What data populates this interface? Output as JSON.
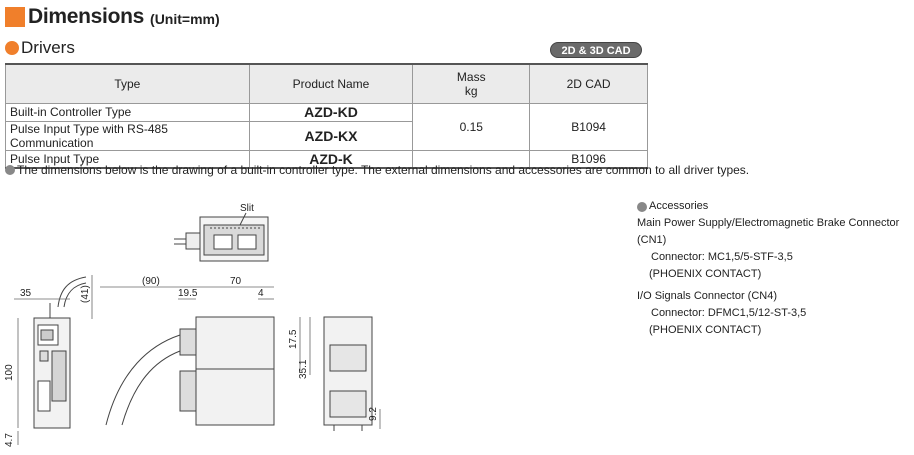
{
  "header": {
    "title": "Dimensions",
    "unit": "(Unit=mm)"
  },
  "section": {
    "title": "Drivers",
    "badge": "2D & 3D CAD"
  },
  "table": {
    "headers": {
      "type": "Type",
      "product": "Product Name",
      "mass_line1": "Mass",
      "mass_line2": "kg",
      "cad": "2D CAD"
    },
    "rows": [
      {
        "type": "Built-in Controller Type",
        "product": "AZD-KD"
      },
      {
        "type": "Pulse Input Type with RS-485 Communication",
        "product": "AZD-KX"
      },
      {
        "type": "Pulse Input Type",
        "product": "AZD-K"
      }
    ],
    "mass": "0.15",
    "cad_top": "B1094",
    "cad_bottom": "B1096"
  },
  "note": "The dimensions below is the drawing of a built-in controller type. The external dimensions and accessories are common to all driver types.",
  "accessories": {
    "title": "Accessories",
    "items": [
      {
        "name": "Main Power Supply/Electromagnetic Brake Connector (CN1)",
        "connector": "Connector: MC1,5/5-STF-3,5",
        "maker": "(PHOENIX CONTACT)"
      },
      {
        "name": "I/O Signals Connector (CN4)",
        "connector": "Connector: DFMC1,5/12-ST-3,5",
        "maker": "(PHOENIX CONTACT)"
      }
    ]
  },
  "drawing": {
    "slit": "Slit",
    "dims": {
      "d35": "35",
      "d41": "(41)",
      "d100": "100",
      "d47": "4.7",
      "d90": "(90)",
      "d70": "70",
      "d195": "19.5",
      "d4": "4",
      "d175": "17.5",
      "d351": "35.1",
      "d92": "9.2"
    }
  }
}
